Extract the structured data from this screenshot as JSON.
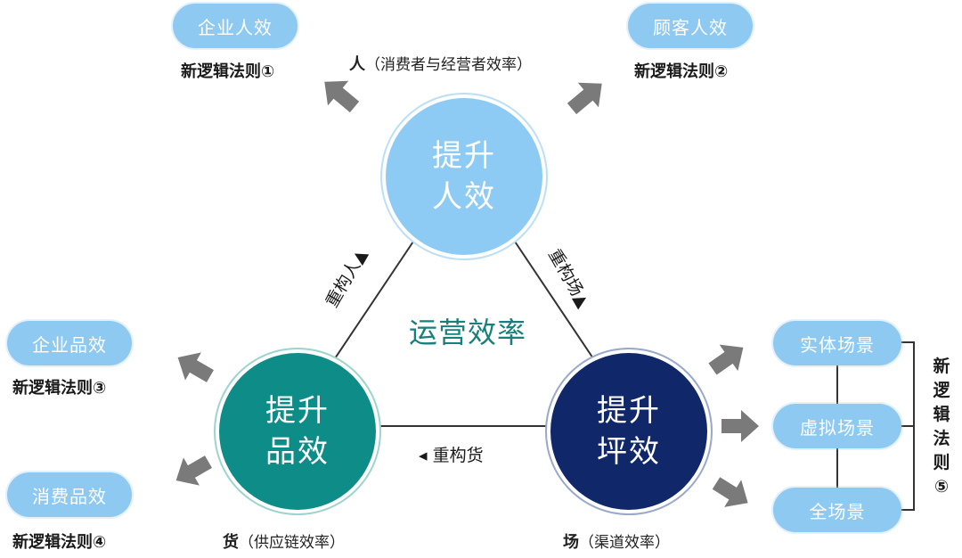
{
  "top_pills": {
    "left": "企业人效",
    "right": "顾客人效"
  },
  "rules": {
    "r1": "新逻辑法则①",
    "r2": "新逻辑法则②",
    "r3": "新逻辑法则③",
    "r4": "新逻辑法则④",
    "r5": "新逻辑法则⑤"
  },
  "top_caption": {
    "head": "人",
    "detail": "（消费者与经营者效率）"
  },
  "circles": {
    "people_line1": "提升",
    "people_line2": "人效",
    "goods_line1": "提升",
    "goods_line2": "品效",
    "place_line1": "提升",
    "place_line2": "坪效"
  },
  "center_label": "运营效率",
  "edges": {
    "left": "重构人▲",
    "right": "重构场▲",
    "bottom": "◂ 重构货"
  },
  "left_pills": {
    "upper": "企业品效",
    "lower": "消费品效"
  },
  "right_pills": {
    "p1": "实体场景",
    "p2": "虚拟场景",
    "p3": "全场景"
  },
  "bottom_captions": {
    "goods_head": "货",
    "goods_detail": "（供应链效率）",
    "place_head": "场",
    "place_detail": "（渠道效率）"
  },
  "colors": {
    "pill": "#8ec9f2",
    "people": "#8ecbf4",
    "goods": "#0e8c88",
    "place": "#10276a",
    "arrow": "#7a7a7a",
    "center_text": "#17807c"
  }
}
